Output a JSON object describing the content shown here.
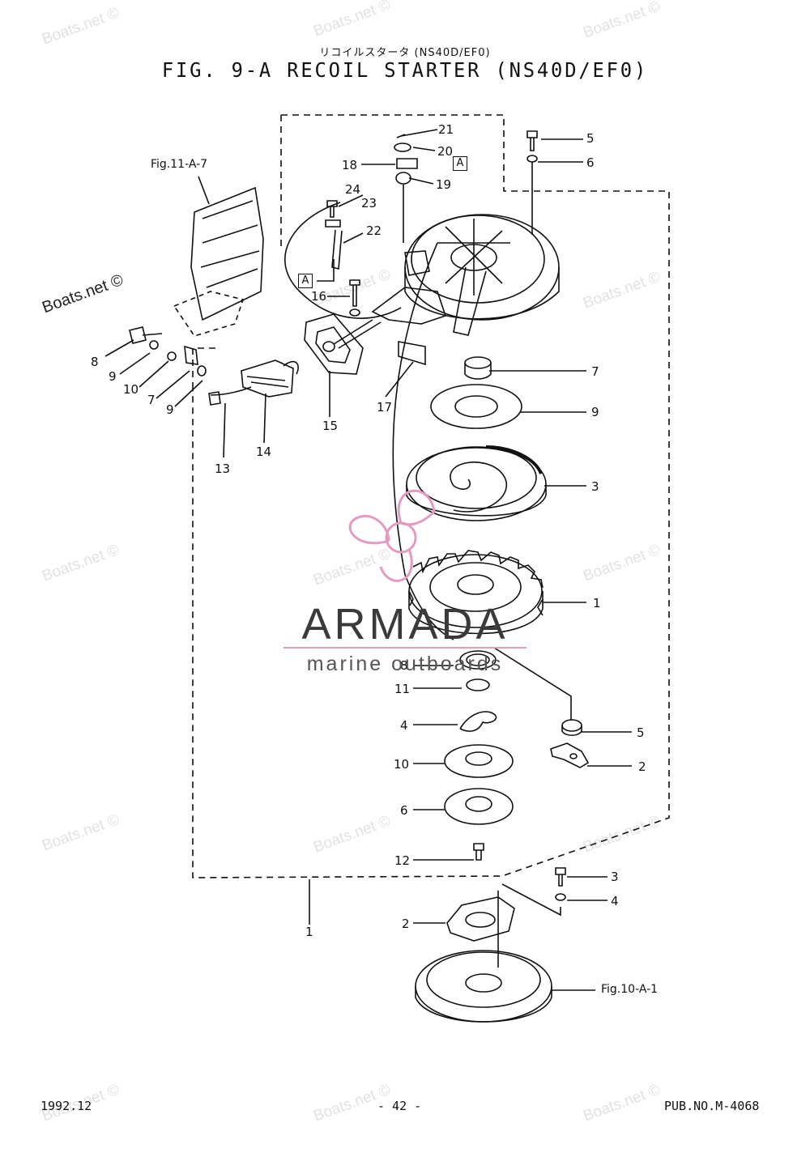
{
  "header": {
    "subtitle_jp": "リコイルスタータ (NS40D/EF0)",
    "title": "FIG. 9-A RECOIL STARTER (NS40D/EF0)"
  },
  "watermark": {
    "text": "Boats.net ©"
  },
  "references": {
    "fig_11": "Fig.11-A-7",
    "fig_10": "Fig.10-A-1",
    "box_a": "A"
  },
  "part_labels": {
    "p21": "21",
    "p20": "20",
    "p18": "18",
    "p19": "19",
    "p5_top": "5",
    "p6_top": "6",
    "p24": "24",
    "p23": "23",
    "p22": "22",
    "p16": "16",
    "p8_left": "8",
    "p9_left": "9",
    "p10_left": "10",
    "p7_left": "7",
    "p9_left2": "9",
    "p13": "13",
    "p14": "14",
    "p15": "15",
    "p17": "17",
    "p7_right": "7",
    "p9_right": "9",
    "p3_right": "3",
    "p1_right": "1",
    "p8_center": "8",
    "p11_center": "11",
    "p4_center": "4",
    "p10_center": "10",
    "p6_center": "6",
    "p12_center": "12",
    "p5_right": "5",
    "p2_right": "2",
    "p3_lower": "3",
    "p4_lower": "4",
    "p1_lower": "1",
    "p2_lower": "2"
  },
  "brand": {
    "name": "ARMADA",
    "tagline": "marine outboards",
    "accent": "#e59ac0"
  },
  "footer": {
    "date": "1992.12",
    "page": "- 42 -",
    "pub": "PUB.NO.M-4068"
  }
}
